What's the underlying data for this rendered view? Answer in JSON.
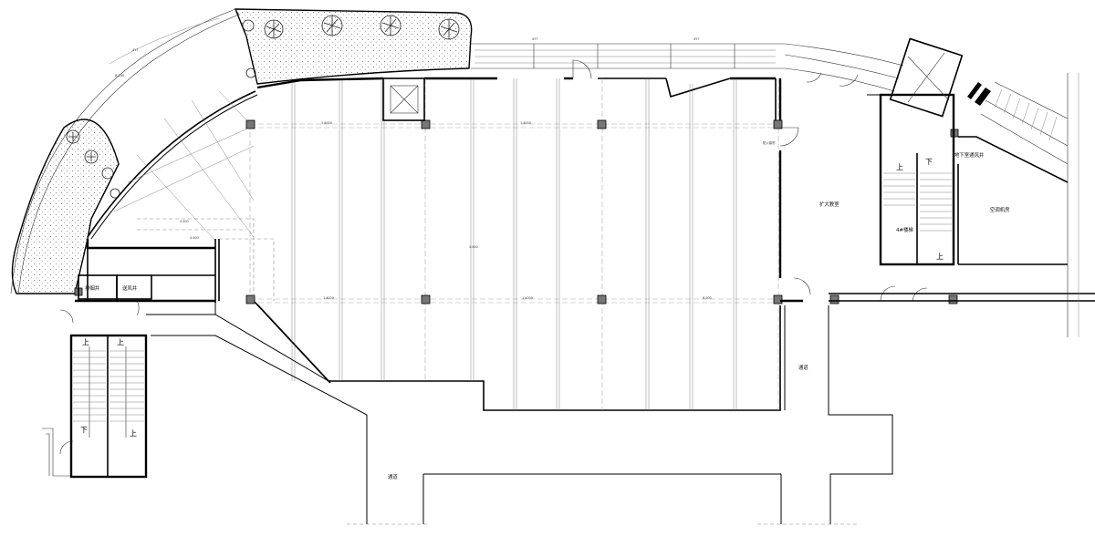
{
  "rooms": {
    "drainage_room": "排烟井",
    "air_supply_room": "送风井",
    "expanded_classroom": "扩大教室",
    "ac_room": "空调机房",
    "stair_4": "4#楼梯",
    "corridor_right": "通道",
    "corridor_bottom": "通道",
    "basement_ramp": "地下室通风井",
    "fire_shutter": "防火卷帘"
  },
  "stair_marks": {
    "up": "上",
    "down": "下"
  },
  "dimensions": {
    "top_1": "4YT",
    "top_2": "4YT",
    "left_1": "4YT",
    "left_2": "B-100",
    "grid_h1": "1.4000",
    "grid_h2": "1.4000",
    "grid_h3": "1.4000",
    "grid_h4": "1.4000",
    "center_level": "4.000",
    "left_span_a": "4.000",
    "left_span_b": "4.000",
    "right_level": "6.000"
  },
  "colors": {
    "wall": "#000000",
    "column": "#777777",
    "hatch": "#555555"
  }
}
